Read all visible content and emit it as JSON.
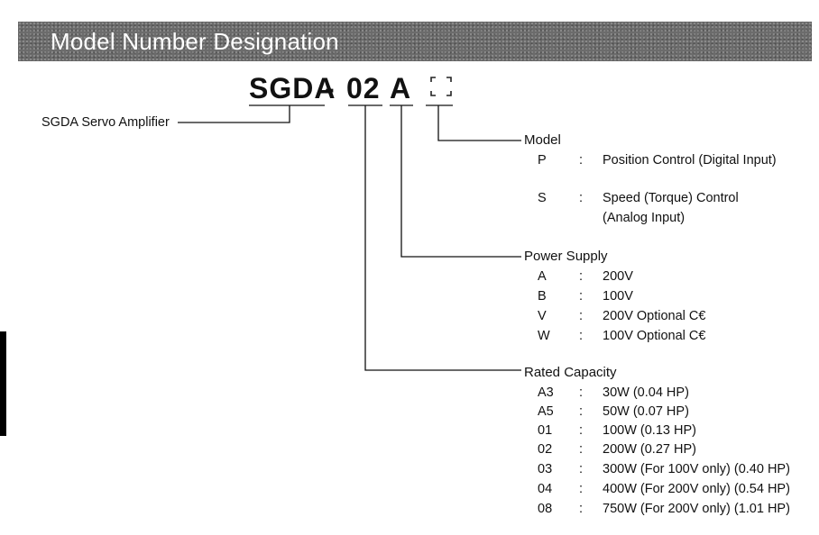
{
  "header": {
    "title": "Model Number Designation"
  },
  "model_code": {
    "series": "SGDA",
    "separator": "-",
    "capacity": "02",
    "power": "A",
    "model_placeholder": ""
  },
  "servo_label": "SGDA Servo Amplifier",
  "sections": {
    "model": {
      "title": "Model",
      "items": [
        {
          "code": "P",
          "sep": ":",
          "desc": "Position Control (Digital Input)",
          "desc2": ""
        },
        {
          "code": "S",
          "sep": ":",
          "desc": "Speed (Torque) Control",
          "desc2": "(Analog Input)"
        }
      ]
    },
    "power_supply": {
      "title": "Power Supply",
      "items": [
        {
          "code": "A",
          "sep": ":",
          "desc": "200V"
        },
        {
          "code": "B",
          "sep": ":",
          "desc": "100V"
        },
        {
          "code": "V",
          "sep": ":",
          "desc": "200V Optional C€"
        },
        {
          "code": "W",
          "sep": ":",
          "desc": "100V Optional C€"
        }
      ]
    },
    "rated_capacity": {
      "title": "Rated Capacity",
      "items": [
        {
          "code": "A3",
          "sep": ":",
          "desc": "30W (0.04 HP)"
        },
        {
          "code": "A5",
          "sep": ":",
          "desc": "50W (0.07 HP)"
        },
        {
          "code": "01",
          "sep": ":",
          "desc": "100W (0.13 HP)"
        },
        {
          "code": "02",
          "sep": ":",
          "desc": "200W (0.27 HP)"
        },
        {
          "code": "03",
          "sep": ":",
          "desc": "300W (For 100V only) (0.40 HP)"
        },
        {
          "code": "04",
          "sep": ":",
          "desc": "400W (For 200V only) (0.54 HP)"
        },
        {
          "code": "08",
          "sep": ":",
          "desc": "750W (For 200V only) (1.01 HP)"
        }
      ]
    }
  }
}
